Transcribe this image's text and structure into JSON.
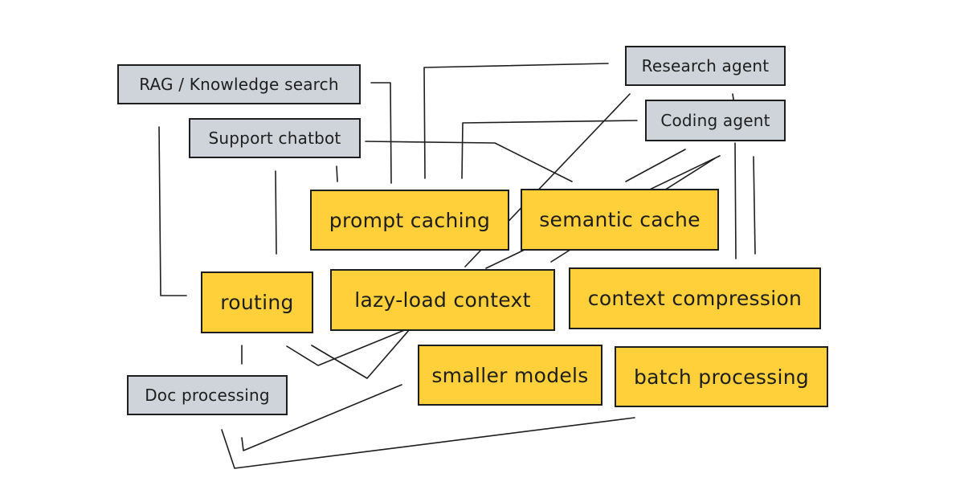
{
  "use_cases": {
    "rag": "RAG / Knowledge search",
    "support": "Support chatbot",
    "research": "Research agent",
    "coding": "Coding agent",
    "doc": "Doc processing"
  },
  "techniques": {
    "prompt_caching": "prompt caching",
    "semantic_cache": "semantic cache",
    "routing": "routing",
    "lazy_load": "lazy-load context",
    "context_compression": "context compression",
    "smaller_models": "smaller models",
    "batch_processing": "batch processing"
  },
  "colors": {
    "use_case_fill": "#ced4da",
    "technique_fill": "#ffd03a",
    "stroke": "#1e1e1e",
    "background": "#ffffff"
  }
}
